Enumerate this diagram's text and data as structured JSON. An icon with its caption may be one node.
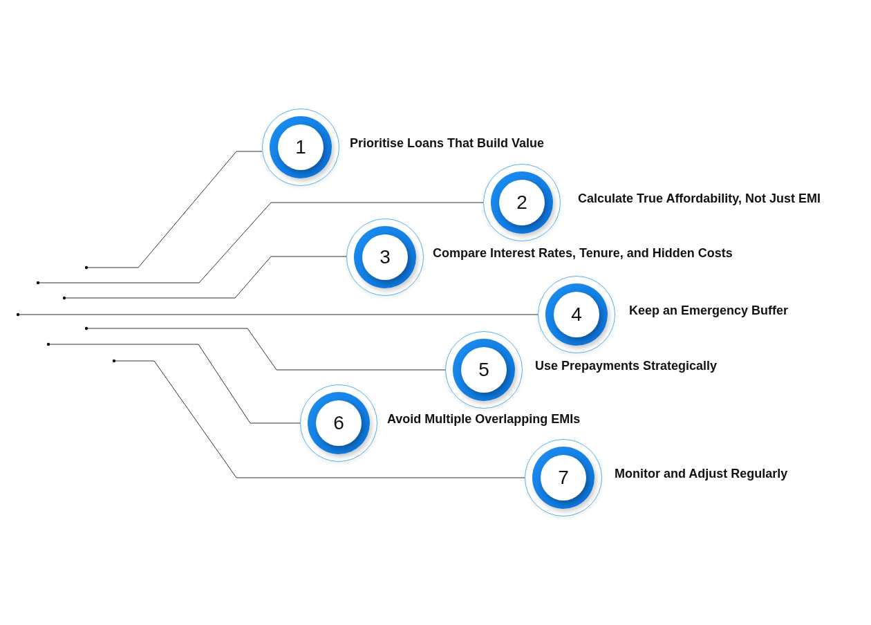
{
  "diagram": {
    "nodes": [
      {
        "text": [
          "1"
        ],
        "beside": [
          "Prioritise Loans That Build Value"
        ]
      },
      {
        "text": [
          "2"
        ],
        "beside": [
          "Calculate True Affordability, Not Just EMI"
        ]
      },
      {
        "text": [
          "3"
        ],
        "beside": [
          "Compare Interest Rates, Tenure, and Hidden Costs"
        ]
      },
      {
        "text": [
          "4"
        ],
        "beside": [
          "Keep an Emergency Buffer"
        ]
      },
      {
        "text": [
          "5"
        ],
        "beside": [
          "Use Prepayments Strategically"
        ]
      },
      {
        "text": [
          "6"
        ],
        "beside": [
          "Avoid Multiple Overlapping EMIs"
        ]
      },
      {
        "text": [
          "7"
        ],
        "beside": [
          "Monitor and Adjust Regularly"
        ]
      }
    ],
    "edges": [
      {
        "from": null,
        "to": 0,
        "arrow": "other"
      },
      {
        "from": null,
        "to": 1,
        "arrow": "other"
      },
      {
        "from": null,
        "to": 2,
        "arrow": "other"
      },
      {
        "from": null,
        "to": 3,
        "arrow": "other"
      },
      {
        "from": null,
        "to": 4,
        "arrow": "other"
      },
      {
        "from": null,
        "to": 5,
        "arrow": "other"
      },
      {
        "from": null,
        "to": 6,
        "arrow": "other"
      }
    ]
  }
}
